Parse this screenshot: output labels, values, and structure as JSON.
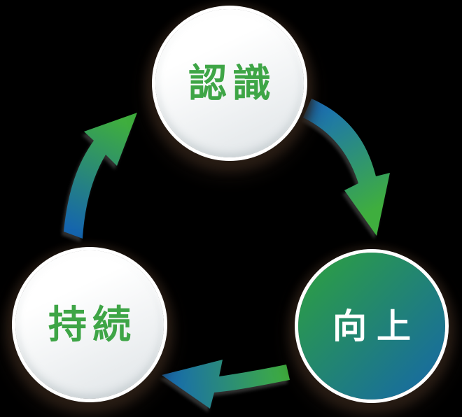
{
  "diagram": {
    "name": "improvement-cycle-diagram",
    "background_color": "#000000",
    "nodes": [
      {
        "id": "awareness",
        "label": "認識",
        "style": "white-circle",
        "text_color": "#3ea546"
      },
      {
        "id": "improvement",
        "label": "向上",
        "style": "gradient-circle",
        "text_color": "#ffffff"
      },
      {
        "id": "sustain",
        "label": "持続",
        "style": "white-circle",
        "text_color": "#3ea546"
      }
    ],
    "arrows": [
      {
        "id": "awareness-to-improvement",
        "from": "認識",
        "to": "向上",
        "direction": "clockwise",
        "gradient": [
          "#1b72b4",
          "#3fae3e"
        ]
      },
      {
        "id": "improvement-to-sustain",
        "from": "向上",
        "to": "持続",
        "direction": "clockwise",
        "gradient": [
          "#3fae3e",
          "#176bb0"
        ]
      },
      {
        "id": "sustain-to-awareness",
        "from": "持続",
        "to": "認識",
        "direction": "clockwise",
        "gradient": [
          "#1565ae",
          "#3fae3e"
        ]
      }
    ],
    "colors": {
      "text_green": "#3ea546",
      "node_fill_light_top": "#ffffff",
      "node_fill_light_bottom": "#dee3e6",
      "node_gradient_green": "#2ea23c",
      "node_gradient_blue": "#1566aa",
      "ring_white": "#ffffff",
      "halo_shadow": "#2a1e15",
      "arrow_blue": "#1b72b4",
      "arrow_green": "#3fae3e"
    }
  }
}
